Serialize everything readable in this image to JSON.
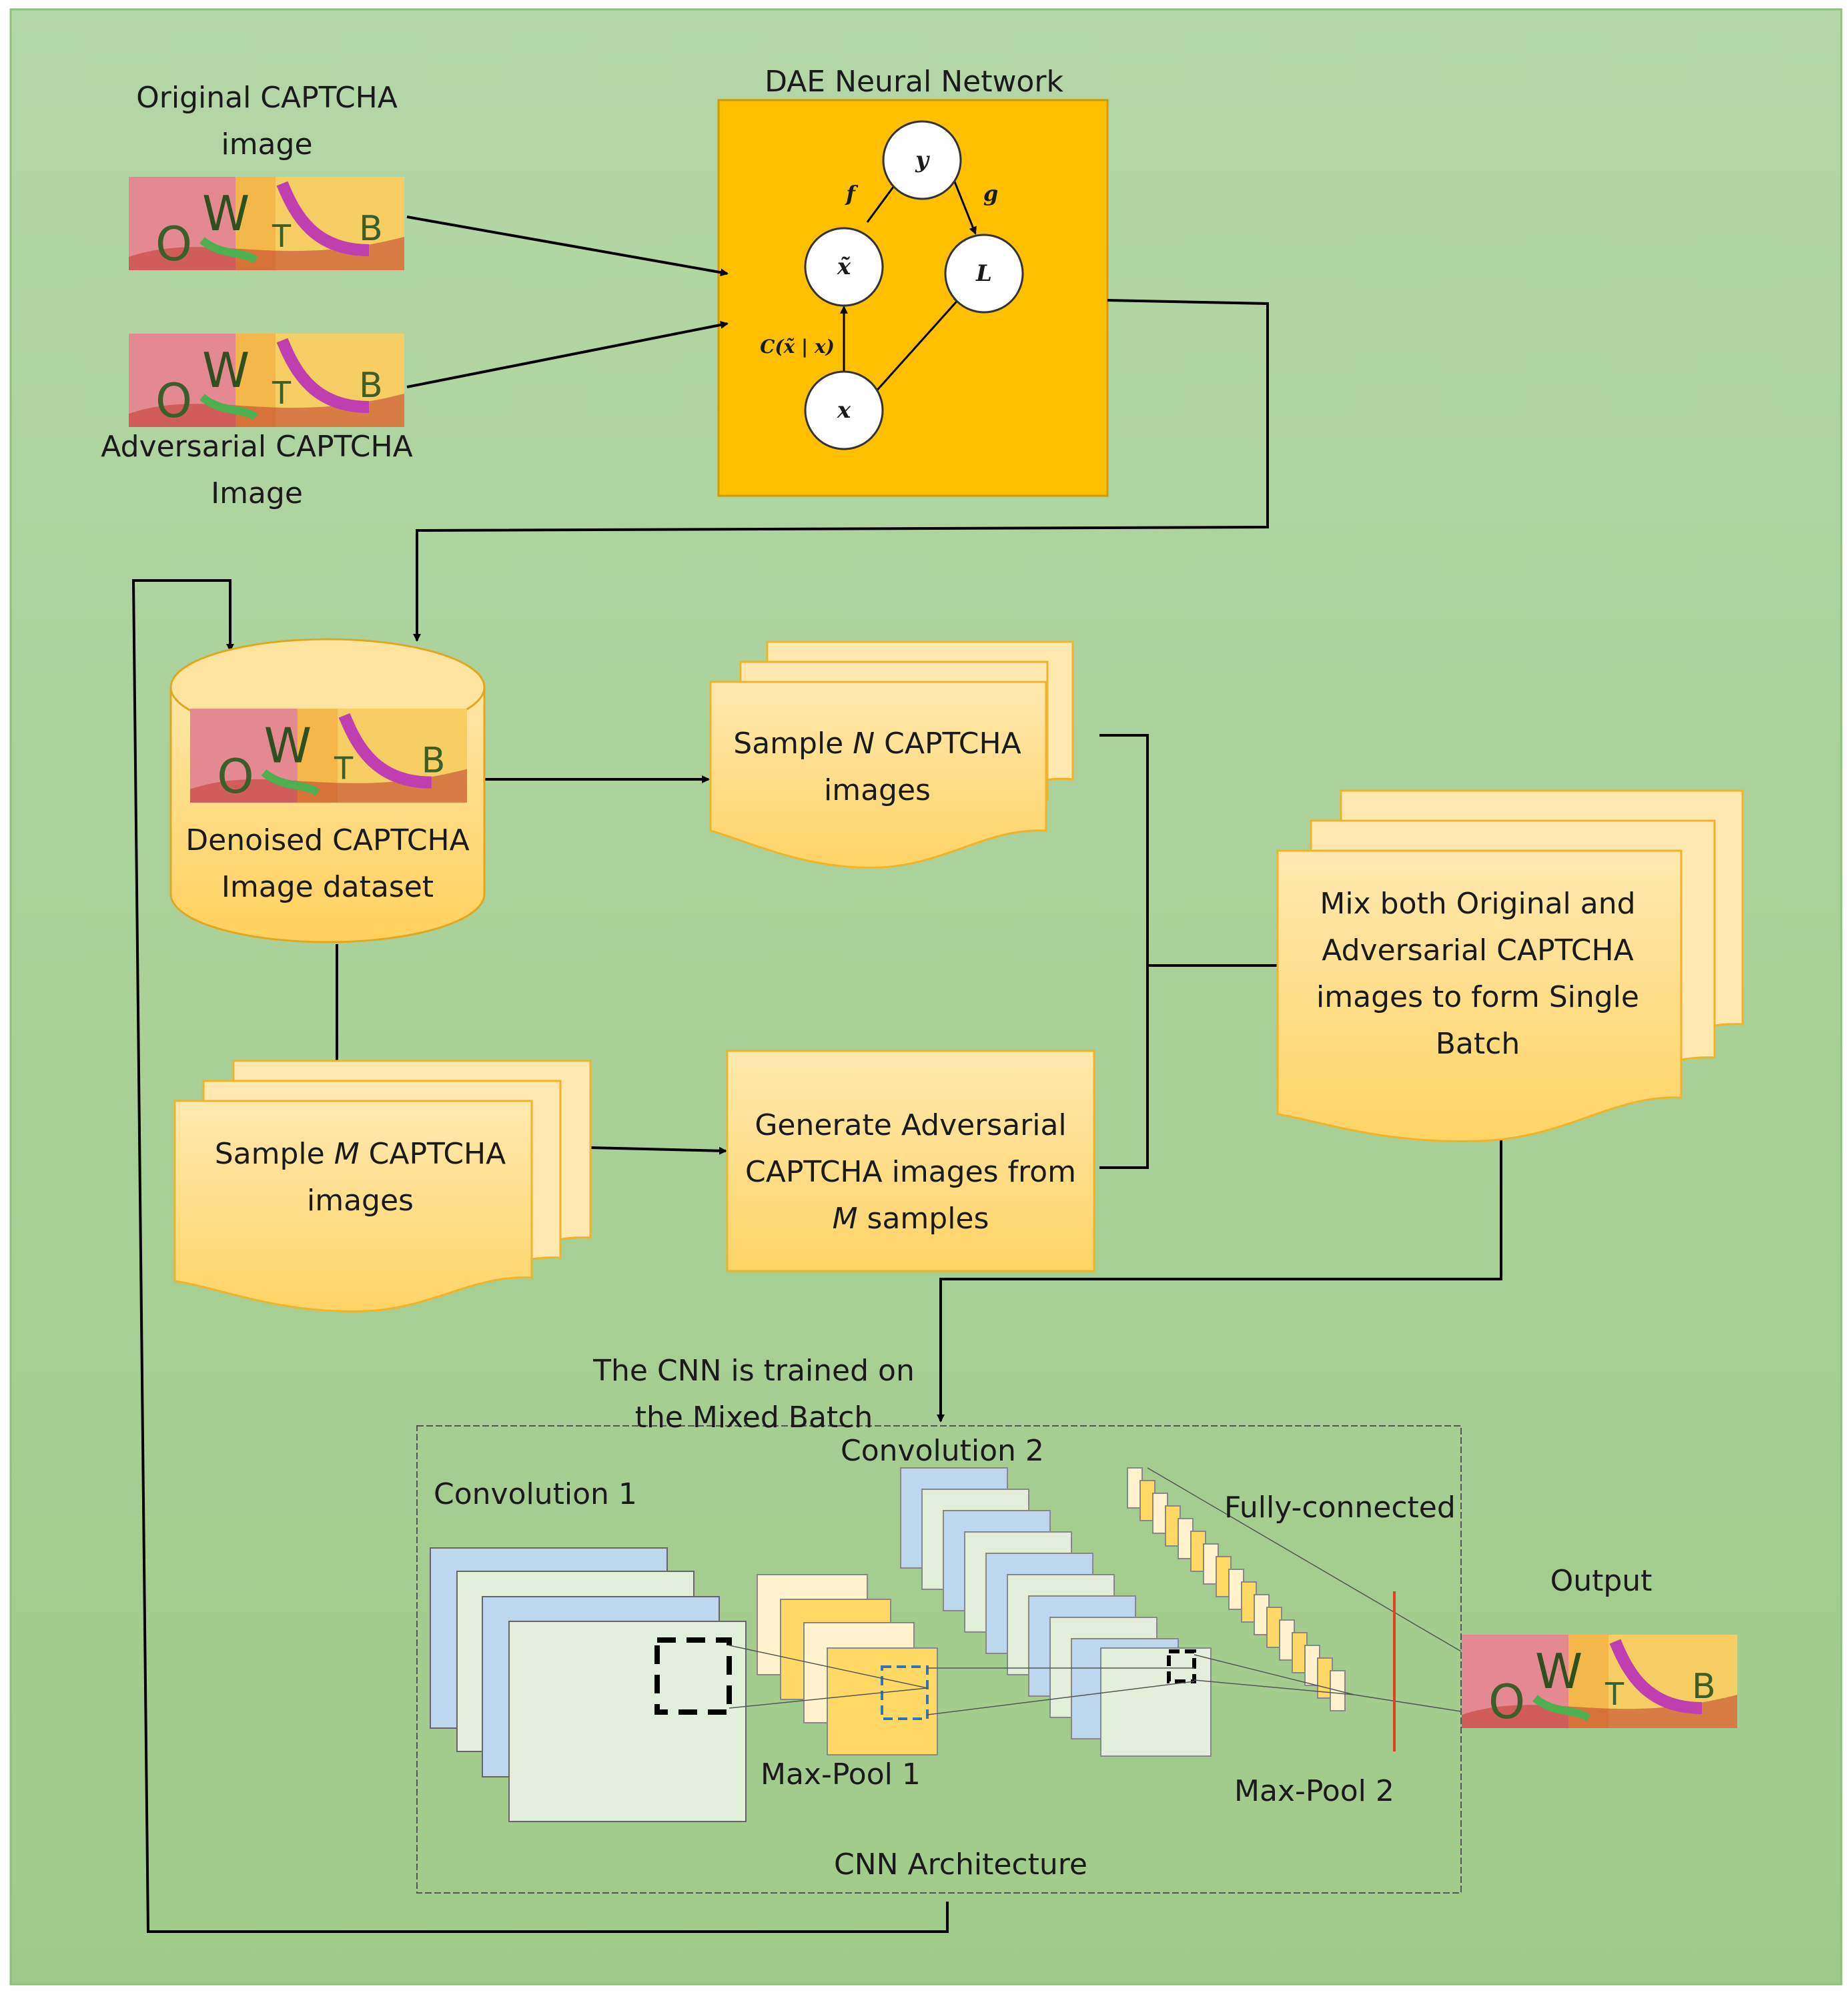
{
  "dae": {
    "title": "DAE Neural Network",
    "nodes": {
      "y": "y",
      "x_tilde": "x̃",
      "L": "L",
      "x": "x"
    },
    "edges": {
      "f": "f",
      "g": "g",
      "corruption": "C(x̃ | x)"
    }
  },
  "inputs": {
    "original_label_line1": "Original CAPTCHA",
    "original_label_line2": "image",
    "adversarial_label_line1": "Adversarial CAPTCHA",
    "adversarial_label_line2": "Image",
    "captcha_text": "OWTB"
  },
  "dataset": {
    "line1": "Denoised  CAPTCHA",
    "line2": "Image dataset"
  },
  "sample_n": {
    "line1_pre": "Sample ",
    "line1_var": "N",
    "line1_post": " CAPTCHA",
    "line2": "images"
  },
  "sample_m": {
    "line1_pre": "Sample  ",
    "line1_var": "M",
    "line1_post": " CAPTCHA",
    "line2": "images"
  },
  "generate": {
    "line1": "Generate Adversarial",
    "line2": "CAPTCHA images from",
    "line3_var": "M",
    "line3_post": " samples"
  },
  "mix": {
    "line1": "Mix both Original and",
    "line2": "Adversarial  CAPTCHA",
    "line3": "images to form Single",
    "line4": "Batch"
  },
  "cnn_caption": {
    "line1": "The CNN is trained on",
    "line2": "the Mixed Batch"
  },
  "cnn": {
    "conv1": "Convolution 1",
    "conv2": "Convolution 2",
    "maxpool1": "Max-Pool 1",
    "maxpool2": "Max-Pool 2",
    "fully_connected": "Fully-connected",
    "architecture": "CNN Architecture"
  },
  "output_label": "Output",
  "colors": {
    "background": "#a9d18e",
    "dae_box": "#ffc000",
    "doc_fill": "#ffd966",
    "doc_stroke": "#f0b429",
    "conv_blue": "#bdd7ee",
    "conv_light": "#e2efda"
  }
}
